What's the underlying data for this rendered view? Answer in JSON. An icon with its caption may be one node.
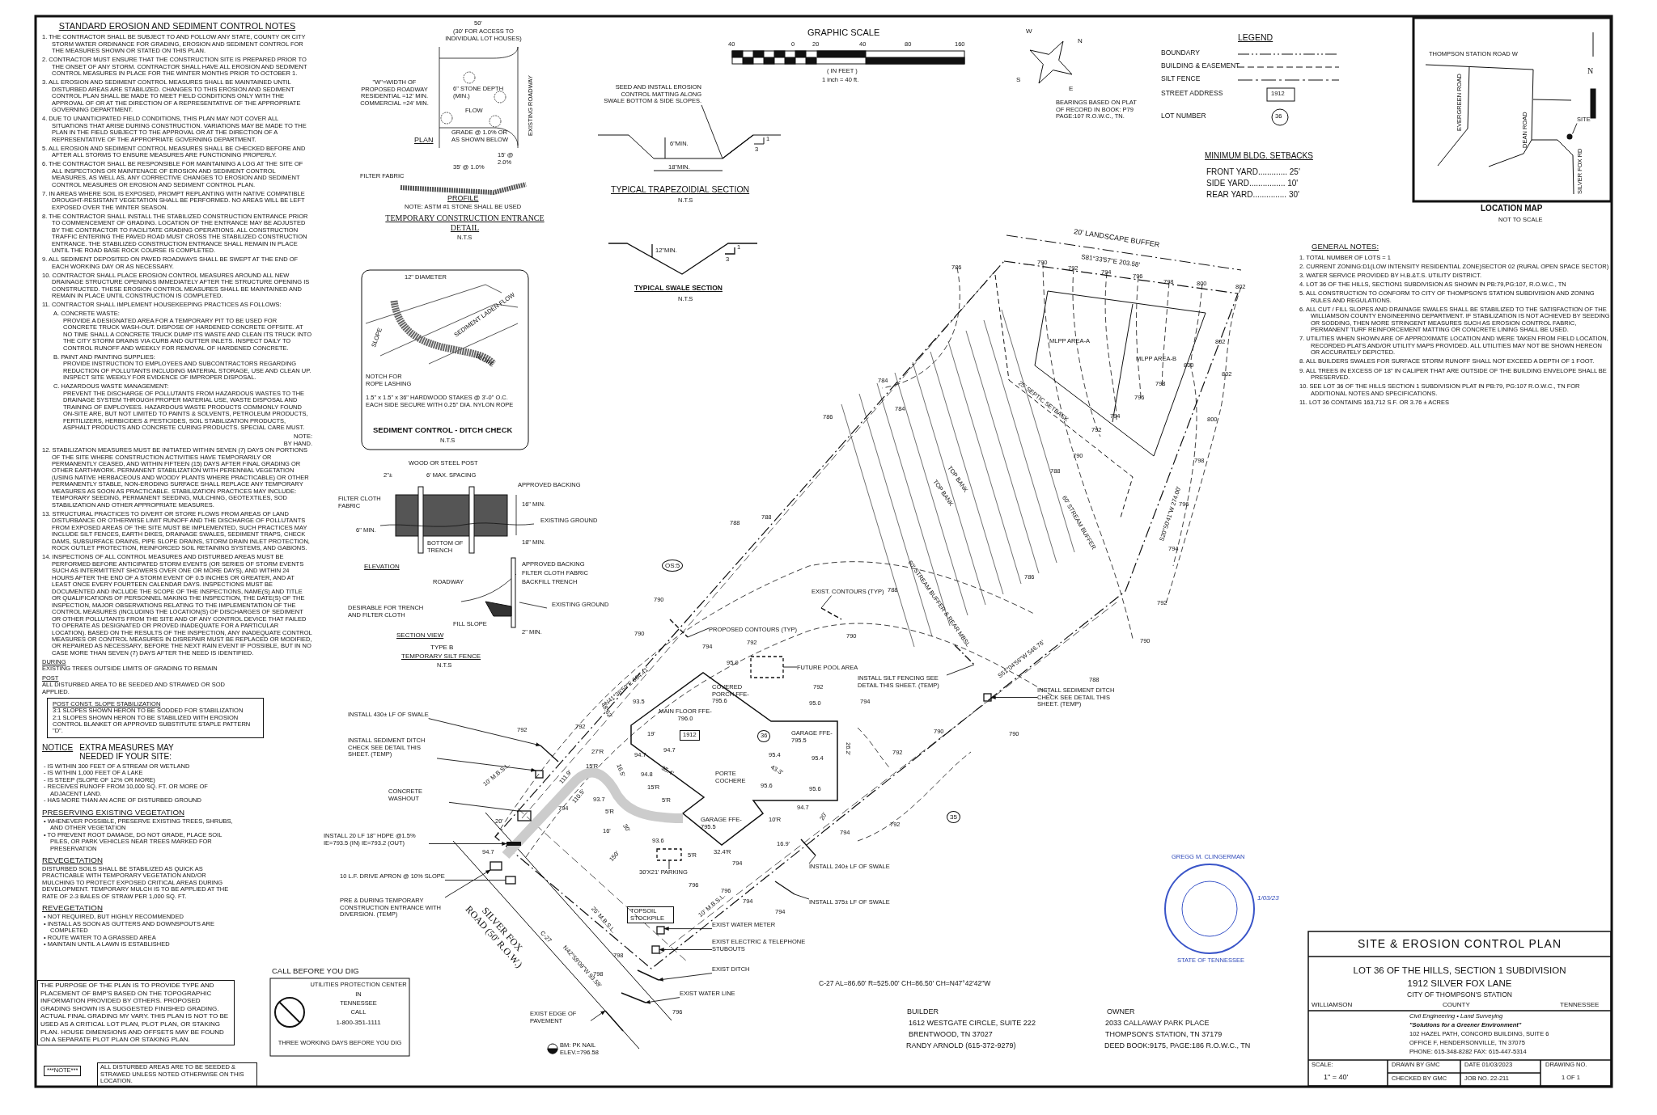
{
  "diagram": {
    "title": "SITE & EROSION CONTROL PLAN",
    "nodes": [
      {
        "text": [
          "SEED AND INSTALL EROSION CONTROL MATTING ALONG SWALE BOTTOM & SIDE SLOPES."
        ]
      },
      {
        "text": [
          "EXIST. CONTOURS (TYP)"
        ]
      },
      {
        "text": [
          "PROPOSED CONTOURS (TYP)"
        ]
      },
      {
        "text": [
          "FUTURE POOL AREA"
        ]
      },
      {
        "text": [
          "INSTALL SILT FENCING SEE DETAIL THIS SHEET. (TEMP)"
        ]
      },
      {
        "text": [
          "INSTALL SEDIMENT DITCH CHECK SEE DETAIL THIS SHEET. (TEMP)"
        ]
      },
      {
        "text": [
          "INSTALL 430± LF OF SWALE"
        ]
      },
      {
        "text": [
          "INSTALL SEDIMENT DITCH CHECK SEE DETAIL THIS SHEET. (TEMP)"
        ]
      },
      {
        "text": [
          "CONCRETE WASHOUT"
        ]
      },
      {
        "text": [
          "INSTALL 20 LF 18\" HDPE @1.5% IE=793.5 (IN) IE=793.2 (OUT)"
        ]
      },
      {
        "text": [
          "10 L.F. DRIVE APRON @ 10% SLOPE"
        ]
      },
      {
        "text": [
          "PRE & DURING TEMPORARY CONSTRUCTION ENTRANCE WITH DIVERSION. (TEMP)"
        ]
      },
      {
        "text": [
          "30'X21' PARKING"
        ]
      },
      {
        "text": [
          "INSTALL 240± LF OF SWALE"
        ]
      },
      {
        "text": [
          "INSTALL 375± LF OF SWALE"
        ]
      },
      {
        "text": [
          "EXIST WATER METER"
        ]
      },
      {
        "text": [
          "EXIST ELECTRIC & TELEPHONE STUBOUTS"
        ]
      },
      {
        "text": [
          "EXIST DITCH"
        ]
      },
      {
        "text": [
          "EXIST WATER LINE"
        ]
      },
      {
        "text": [
          "EXIST EDGE OF PAVEMENT"
        ]
      },
      {
        "text": [
          "SITE"
        ]
      },
      {
        "text": [],
        "shape": "box"
      },
      {
        "text": [],
        "shape": "bar"
      },
      {
        "text": [],
        "shape": "box"
      },
      {
        "text": [],
        "shape": "box"
      },
      {
        "text": [],
        "shape": "box"
      },
      {
        "text": [],
        "shape": "box"
      },
      {
        "text": [],
        "shape": "line"
      },
      {
        "text": [],
        "shape": "line"
      },
      {
        "text": [],
        "shape": "line"
      },
      {
        "text": [],
        "shape": "box"
      },
      {
        "text": [],
        "shape": "line"
      },
      {
        "text": [],
        "shape": "line"
      },
      {
        "text": [],
        "shape": "box"
      },
      {
        "text": [],
        "shape": "box"
      },
      {
        "text": [],
        "shape": "box"
      },
      {
        "text": [],
        "shape": "line"
      },
      {
        "text": [],
        "shape": "line"
      },
      {
        "text": [],
        "shape": "line"
      },
      {
        "text": [],
        "shape": "line"
      },
      {
        "text": [],
        "shape": "line"
      },
      {
        "text": [],
        "shape": "circle"
      }
    ],
    "edges": [
      {
        "from": 0,
        "to": 27,
        "arrow": "none"
      },
      {
        "from": 1,
        "to": 28,
        "arrow": "none"
      },
      {
        "from": 2,
        "to": 29,
        "arrow": "none"
      },
      {
        "from": 3,
        "to": 30,
        "arrow": "none"
      },
      {
        "from": 4,
        "to": 31,
        "arrow": "none"
      },
      {
        "from": 5,
        "to": 26,
        "arrow": "to"
      },
      {
        "from": 6,
        "to": 32,
        "arrow": "to"
      },
      {
        "from": 7,
        "to": 23,
        "arrow": "to"
      },
      {
        "from": 8,
        "to": 33,
        "arrow": "none"
      },
      {
        "from": 9,
        "to": 22,
        "arrow": "to"
      },
      {
        "from": 10,
        "to": 34,
        "arrow": "none"
      },
      {
        "from": 11,
        "to": 21,
        "arrow": "to"
      },
      {
        "from": 12,
        "to": 35,
        "arrow": "none"
      },
      {
        "from": 13,
        "to": 36,
        "arrow": "none"
      },
      {
        "from": 14,
        "to": 37,
        "arrow": "none"
      },
      {
        "from": 15,
        "to": 25,
        "arrow": "to"
      },
      {
        "from": 16,
        "to": 24,
        "arrow": "to"
      },
      {
        "from": 17,
        "to": 38,
        "arrow": "to"
      },
      {
        "from": 18,
        "to": 39,
        "arrow": "to"
      },
      {
        "from": 19,
        "to": 40,
        "arrow": "to"
      },
      {
        "from": 20,
        "to": 41,
        "arrow": "none"
      }
    ],
    "labels": [
      "STANDARD EROSION AND SEDIMENT CONTROL NOTES",
      "1. THE CONTRACTOR SHALL BE SUBJECT TO AND FOLLOW ANY STATE, COUNTY OR CITY STORM WATER ORDINANCE FOR GRADING, EROSION AND SEDIMENT CONTROL FOR THE MEASURES SHOWN OR STATED ON THIS PLAN.",
      "2. CONTRACTOR MUST ENSURE THAT THE CONSTRUCTION SITE IS PREPARED PRIOR TO THE ONSET OF ANY STORM. CONTRACTOR SHALL HAVE ALL EROSION AND SEDIMENT CONTROL MEASURES IN PLACE FOR THE WINTER MONTHS PRIOR TO OCTOBER 1.",
      "3. ALL EROSION AND SEDIMENT CONTROL MEASURES SHALL BE MAINTAINED UNTIL DISTURBED AREAS ARE STABILIZED. CHANGES TO THIS EROSION AND SEDIMENT CONTROL PLAN SHALL BE MADE TO MEET FIELD CONDITIONS ONLY WITH THE APPROVAL OF OR AT THE DIRECTION OF A REPRESENTATIVE OF THE APPROPRIATE GOVERNING DEPARTMENT.",
      "4. DUE TO UNANTICIPATED FIELD CONDITIONS, THIS PLAN MAY NOT COVER ALL SITUATIONS THAT ARISE DURING CONSTRUCTION. VARIATIONS MAY BE MADE TO THE PLAN IN THE FIELD SUBJECT TO THE APPROVAL OR AT THE DIRECTION OF A REPRESENTATIVE OF THE APPROPRIATE GOVERNING DEPARTMENT.",
      "5. ALL EROSION AND SEDIMENT CONTROL MEASURES SHALL BE CHECKED BEFORE AND AFTER ALL STORMS TO ENSURE MEASURES ARE FUNCTIONING PROPERLY.",
      "6. THE CONTRACTOR SHALL BE RESPONSIBLE FOR MAINTAINING A LOG AT THE SITE OF ALL INSPECTIONS OR MAINTENACE OF EROSION AND SEDIMENT CONTROL MEASURES, AS WELL AS, ANY CORRECTIVE CHANGES TO EROSION AND SEDIMENT CONTROL MEASURES OR EROSION AND SEDIMENT CONTROL PLAN.",
      "7. IN AREAS WHERE SOIL IS EXPOSED, PROMPT REPLANTING WITH NATIVE COMPATIBLE DROUGHT-RESISTANT VEGETATION SHALL BE PERFORMED. NO AREAS WILL BE LEFT EXPOSED OVER THE WINTER SEASON.",
      "8. THE CONTRACTOR SHALL INSTALL THE STABILIZED CONSTRUCTION ENTRANCE PRIOR TO COMMENCEMENT OF GRADING. LOCATION OF THE ENTRANCE MAY BE ADJUSTED BY THE CONTRACTOR TO FACILITATE GRADING OPERATIONS. ALL CONSTRUCTION TRAFFIC ENTERING THE PAVED ROAD MUST CROSS THE STABILIZED CONSTRUCTION ENTRANCE. THE STABILIZED CONSTRUCTION ENTRANCE SHALL REMAIN IN PLACE UNTIL THE ROAD BASE ROCK COURSE IS COMPLETED.",
      "9. ALL SEDIMENT DEPOSITED ON PAVED ROADWAYS SHALL BE SWEPT AT THE END OF EACH WORKING DAY OR AS NECESSARY.",
      "10. CONTRACTOR SHALL PLACE EROSION CONTROL MEASURES AROUND ALL NEW DRAINAGE STRUCTURE OPENINGS IMMEDIATELY AFTER THE STRUCTURE OPENING IS CONSTRUCTED. THESE EROSION CONTROL MEASURES SHALL BE MAINTAINED AND REMAIN IN PLACE UNTIL CONSTRUCTION IS COMPLETED.",
      "11. CONTRACTOR SHALL IMPLEMENT HOUSEKEEPING PRACTICES AS FOLLOWS:",
      "A. CONCRETE WASTE:",
      "PROVIDE A DESIGNATED AREA FOR A TEMPORARY PIT TO BE USED FOR CONCRETE TRUCK WASH-OUT. DISPOSE OF HARDENED CONCRETE OFFSITE. AT NO TIME SHALL A CONCRETE TRUCK DUMP ITS WASTE AND CLEAN ITS TRUCK INTO THE CITY STORM DRAINS VIA CURB AND GUTTER INLETS. INSPECT DAILY TO CONTROL RUNOFF AND WEEKLY FOR REMOVAL OF HARDENED CONCRETE.",
      "B. PAINT AND PAINTING SUPPLIES:",
      "PROVIDE INSTRUCTION TO EMPLOYEES AND SUBCONTRACTORS REGARDING REDUCTION OF POLLUTANTS INCLUDING MATERIAL STORAGE, USE AND CLEAN UP. INSPECT SITE WEEKLY FOR EVIDENCE OF IMPROPER DISPOSAL.",
      "C. HAZARDOUS WASTE MANAGEMENT:",
      "PREVENT THE DISCHARGE OF POLLUTANTS FROM HAZARDOUS WASTES TO THE DRAINAGE SYSTEM THROUGH PROPER MATERIAL USE, WASTE DISPOSAL AND TRAINING OF EMPLOYEES. HAZARDOUS WASTE PRODUCTS COMMONLY FOUND ON-SITE ARE, BUT NOT LIMITED TO PAINTS & SOLVENTS, PETROLEUM PRODUCTS, FERTILIZERS, HERBICIDES & PESTICIDES, SOIL STABILIZATION PRODUCTS, ASPHALT PRODUCTS AND CONCRETE CURING PRODUCTS. SPECIAL CARE MUST.",
      "NOTE:",
      "BY HAND.",
      "12. STABILIZATION MEASURES MUST BE INITIATED WITHIN SEVEN (7) DAYS ON PORTIONS OF THE SITE WHERE CONSTRUCTION ACTIVITIES HAVE TEMPORARILY OR PERMANENTLY CEASED, AND WITHIN FIFTEEN (15) DAYS AFTER FINAL GRADING OR OTHER EARTHWORK. PERMANENT STABILIZATION WITH PERENNIAL VEGETATION (USING NATIVE HERBACEOUS AND WOODY PLANTS WHERE PRACTICABLE) OR OTHER PERMANENTLY STABLE, NON-ERODING SURFACE SHALL REPLACE ANY TEMPORARY MEASURES AS SOON AS PRACTICABLE. STABILIZATION PRACTICES MAY INCLUDE: TEMPORARY SEEDING, PERMANENT SEEDING, MULCHING, GEOTEXTILES, SOD STABILIZATION AND OTHER APPROPRIATE MEASURES.",
      "13. STRUCTURAL PRACTICES TO DIVERT OR STORE FLOWS FROM AREAS OF LAND DISTURBANCE OR OTHERWISE LIMIT RUNOFF AND THE DISCHARGE OF POLLUTANTS FROM EXPOSED AREAS OF THE SITE MUST BE IMPLEMENTED, SUCH PRACTICES MAY INCLUDE SILT FENCES, EARTH DIKES, DRAINAGE SWALES, SEDIMENT TRAPS, CHECK DAMS, SUBSURFACE DRAINS, PIPE SLOPE DRAINS, STORM DRAIN INLET PROTECTION, ROCK OUTLET PROTECTION, REINFORCED SOIL RETAINING SYSTEMS, AND GABIONS.",
      "14. INSPECTIONS OF ALL CONTROL MEASURES AND DISTURBED AREAS MUST BE PERFORMED BEFORE ANTICIPATED STORM EVENTS (OR SERIES OF STORM EVENTS SUCH AS INTERMITTENT SHOWERS OVER ONE OR MORE DAYS), AND WITHIN 24 HOURS AFTER THE END OF A STORM EVENT OF 0.5 INCHES OR GREATER, AND AT LEAST ONCE EVERY FOURTEEN CALENDAR DAYS. INSPECTIONS MUST BE DOCUMENTED AND INCLUDE THE SCOPE OF THE INSPECTIONS, NAME(S) AND TITLE OR QUALIFICATIONS OF PERSONNEL MAKING THE INSPECTION, THE DATE(S) OF THE INSPECTION, MAJOR OBSERVATIONS RELATING TO THE IMPLEMENTATION OF THE CONTROL MEASURES (INCLUDING THE LOCATION(S) OF DISCHARGES OF SEDIMENT OR OTHER POLLUTANTS FROM THE SITE AND OF ANY CONTROL DEVICE THAT FAILED TO OPERATE AS DESIGNATED OR PROVED INADEQUATE FOR A PARTICULAR LOCATION). BASED ON THE RESULTS OF THE INSPECTION, ANY INADEQUATE CONTROL MEASURES OR CONTROL MEASURES IN DISREPAIR MUST BE REPLACED OR MODIFIED, OR REPAIRED AS NECESSARY, BEFORE THE NEXT RAIN EVENT IF POSSIBLE, BUT IN NO CASE MORE THAN SEVEN (7) DAYS AFTER THE NEED IS IDENTIFIED.",
      "DURING",
      "EXISTING TREES OUTSIDE LIMITS OF GRADING TO REMAIN",
      "POST",
      "ALL DISTURBED AREA TO BE SEEDED AND STRAWED OR SOD APPLIED.",
      "POST CONST. SLOPE STABILIZATION",
      "3:1 SLOPES SHOWN HERON TO BE SODDED FOR STABILIZATION",
      "2:1 SLOPES SHOWN HERON TO BE STABILIZED WITH EROSION CONTROL BLANKET OR APPROVED SUBSTITUTE STAPLE PATTERN \"D\".",
      "NOTICE",
      "EXTRA MEASURES MAY NEEDED IF YOUR SITE:",
      "- IS WITHIN 300 FEET OF A STREAM OR WETLAND",
      "- IS WITHIN 1,000 FEET OF A LAKE",
      "- IS STEEP (SLOPE OF 12% OR MORE)",
      "- RECEIVES RUNOFF FROM 10,000 SQ. FT. OR MORE OF ADJACENT LAND.",
      "- HAS MORE THAN AN ACRE OF DISTURBED GROUND",
      "PRESERVING EXISTING VEGETATION",
      "• WHENEVER POSSIBLE, PRESERVE EXISTING TREES, SHRUBS, AND OTHER VEGETATION",
      "• TO PREVENT ROOT DAMAGE, DO NOT GRADE, PLACE SOIL PILES, OR PARK VEHICLES NEAR TREES MARKED FOR PRESERVATION",
      "REVEGETATION",
      "DISTURBED SOILS SHALL BE STABILIZED AS QUICK AS PRACTICABLE WITH TEMPORARY VEGETATION AND/OR MULCHING TO PROTECT EXPOSED CRITICAL AREAS DURING DEVELOPMENT. TEMPORARY MULCH IS TO BE APPLIED AT THE RATE OF 2-3 BALES OF STRAW PER 1,000 SQ. FT.",
      "REVEGETATION",
      "• NOT REQUIRED, BUT HIGHLY RECOMMENDED",
      "• INSTALL AS SOON AS GUTTERS AND DOWNSPOUTS ARE COMPLETED",
      "• ROUTE WATER TO A GRASSED AREA",
      "• MAINTAIN UNTIL A LAWN IS ESTABLISHED",
      "THE PURPOSE OF THE PLAN IS TO PROVIDE TYPE AND PLACEMENT OF BMP'S BASED ON THE TOPOGRAPHIC INFORMATION PROVIDED BY OTHERS. PROPOSED GRADING SHOWN IS A SUGGESTED FINISHED GRADING. ACTUAL FINAL GRADING MY VARY. THIS PLAN IS NOT TO BE USED AS A CRITICAL LOT PLAN, PLOT PLAN, OR STAKING PLAN. HOUSE DIMENSIONS AND OFFSETS MAY BE FOUND ON A SEPARATE PLOT PLAN OR STAKING PLAN.",
      "***NOTE***",
      "ALL DISTURBED AREAS ARE TO BE SEEDED & STRAWED UNLESS NOTED OTHERWISE ON THIS LOCATION.",
      "CALL BEFORE YOU DIG",
      "UTILITIES PROTECTION CENTER",
      "IN",
      "TENNESSEE",
      "CALL",
      "1-800-351-1111",
      "THREE WORKING DAYS BEFORE YOU DIG",
      "50'",
      "(30' FOR ACCESS TO INDIVIDUAL LOT HOUSES)",
      "\"W\"=WIDTH OF PROPOSED ROADWAY RESIDENTIAL =12' MIN. COMMERCIAL =24' MIN.",
      "6\" STONE DEPTH (MIN.)",
      "FLOW",
      "EXISTING ROADWAY",
      "PLAN",
      "GRADE @ 1.0% OR AS SHOWN BELOW",
      "15' @ 2.0%",
      "35' @ 1.0%",
      "FILTER FABRIC",
      "PROFILE",
      "NOTE: ASTM #1 STONE SHALL BE USED",
      "TEMPORARY CONSTRUCTION ENTRANCE DETAIL",
      "N.T.S",
      "6\"MIN.",
      "18\"MIN.",
      "1",
      "3",
      "TYPICAL TRAPEZOIDIAL SECTION",
      "N.T.S",
      "12\"MIN.",
      "1",
      "3",
      "TYPICAL SWALE SECTION",
      "N.T.S",
      "12\" DIAMETER",
      "SLOPE",
      "SEDIMENT LADEN FLOW",
      "SLOPE",
      "NOTCH FOR ROPE LASHING",
      "1.5\" x 1.5\" x 36\" HARDWOOD STAKES @ 3'-0\" O.C. EACH SIDE SECURE WITH 0.25\" DIA. NYLON ROPE",
      "SEDIMENT CONTROL - DITCH CHECK",
      "N.T.S",
      "WOOD OR STEEL POST",
      "2\"±",
      "6' MAX. SPACING",
      "APPROVED BACKING",
      "FILTER CLOTH FABRIC",
      "16\" MIN.",
      "EXISTING GROUND",
      "6\" MIN.",
      "BOTTOM OF TRENCH",
      "18\" MIN.",
      "ELEVATION",
      "APPROVED BACKING",
      "FILTER CLOTH FABRIC",
      "ROADWAY",
      "BACKFILL TRENCH",
      "EXISTING GROUND",
      "DESIRABLE FOR TRENCH AND FILTER CLOTH",
      "FILL SLOPE",
      "SECTION VIEW",
      "2\" MIN.",
      "TYPE B",
      "TEMPORARY SILT FENCE",
      "N.T.S",
      "GRAPHIC SCALE",
      "40",
      "0",
      "20",
      "40",
      "80",
      "160",
      "( IN FEET )",
      "1 inch = 40 ft.",
      "W",
      "N",
      "S",
      "E",
      "BEARINGS BASED ON PLAT OF RECORD IN BOOK: P79 PAGE:107 R.O.W.C., TN.",
      "LEGEND",
      "1912",
      "36",
      "MINIMUM BLDG. SETBACKS",
      "FRONT YARD............. 25'",
      "SIDE YARD................ 10'",
      "REAR YARD............... 30'",
      "THOMPSON STATION ROAD W",
      "EVERGREEN ROAD",
      "DEAN ROAD",
      "SILVER FOX RD",
      "N",
      "LOCATION MAP",
      "NOT TO SCALE",
      "GENERAL NOTES:",
      "1. TOTAL NUMBER OF LOTS = 1",
      "2. CURRENT ZONING:D1(LOW INTENSITY RESIDENTIAL ZONE)SECTOR 02 (RURAL OPEN SPACE SECTOR)",
      "3. WATER SERVICE PROVIDED BY H.B.&T.S. UTILITY DISTRICT.",
      "4. LOT 36 OF THE HILLS, SECTION1 SUBDIVISION AS SHOWN IN PB:79,PG:107, R.O.W.C., TN",
      "5. ALL CONSTRUCTION TO CONFORM TO CITY OF THOMPSON'S STATION SUBDIVISION AND ZONING RULES AND REGULATIONS.",
      "6. ALL CUT / FILL SLOPES AND DRAINAGE SWALES SHALL BE STABILIZED TO THE SATISFACTION OF THE WILLIAMSON COUNTY ENGINEERING DEPARTMENT. IF STABILIZATION IS NOT ACHIEVED BY SEEDING OR SODDING, THEN MORE STRINGENT MEASURES SUCH AS EROSION CONTROL FABRIC, PERMANENT TURF REINFORCEMENT MATTING OR CONCRETE LINING SHALL BE USED.",
      "7. UTILITIES WHEN SHOWN ARE OF APPROXIMATE LOCATION AND WERE TAKEN FROM FIELD LOCATION, RECORDED PLATS AND/OR UTILITY MAPS PROVIDED. ALL UTILITIES MAY NOT BE SHOWN HEREON OR ACCURATELY DEPICTED.",
      "8. ALL BUILDERS SWALES FOR SURFACE STORM RUNOFF SHALL NOT EXCEED A DEPTH OF 1 FOOT.",
      "9. ALL TREES IN EXCESS OF 18\" IN CALIPER THAT ARE OUTSIDE OF THE BUILDING ENVELOPE SHALL BE PRESERVED.",
      "10. SEE LOT 36 OF THE HILLS SECTION 1 SUBDIVISION PLAT IN PB:79, PG:107 R.O.W.C., TN FOR ADDITIONAL NOTES AND SPECIFICATIONS.",
      "11. LOT 36 CONTAINS 163,712 S.F. OR 3.76 ± ACRES",
      "20' LANDSCAPE BUFFER",
      "S81°33'57\"E 203.58'",
      "MLPP AREA-A",
      "MLPP AREA-B",
      "25' SEPTIC SETBACK",
      "S20°50'41\"W 274.00'",
      "TOP BANK",
      "TOP BANK",
      "60' STREAM BUFFER",
      "60' STREAM BUFFER & REAR MBSL",
      "S51°04'56\"W 546.76'",
      "OS:5",
      "N41°38'59\"E 664.41'",
      "36",
      "MAIN FLOOR FFE-796.0",
      "1912",
      "COVERED PORCH FFE-795.6",
      "GARAGE FFE-795.5",
      "PORTE COCHERE",
      "GARAGE FFE-795.5",
      "35",
      "10' M.B.S.L.",
      "25' M.B.S.L.",
      "10' M.B.S.L.",
      "SILVER FOX ROAD (50' R.O.W.)",
      "C-27",
      "N42°59'09\"W 93.59'",
      "TOPSOIL STOCKPILE",
      "BM: PK NAIL ELEV.=796.58",
      "C-27 AL=86.60' R=525.00' CH=86.50' CH=N47°42'42\"W",
      "111.9'",
      "110.5'",
      "150'",
      "48.62'",
      "26.2'",
      "32.4'R",
      "27'R",
      "15'R",
      "5'R",
      "15'R",
      "5'R",
      "5'R",
      "10'R",
      "16.5'",
      "35.4'",
      "19'",
      "30'",
      "20'",
      "16'",
      "16.9'",
      "43.3'",
      "20'",
      "786",
      "790",
      "792",
      "794",
      "796",
      "798",
      "800",
      "802",
      "802",
      "802",
      "800",
      "798",
      "796",
      "794",
      "792",
      "790",
      "788",
      "800",
      "798",
      "796",
      "794",
      "792",
      "790",
      "788",
      "786",
      "784",
      "784",
      "786",
      "788",
      "788",
      "788",
      "790",
      "790",
      "790",
      "792",
      "792",
      "790",
      "790",
      "792",
      "792",
      "794",
      "794",
      "794",
      "794",
      "794",
      "796",
      "796",
      "794",
      "798",
      "798",
      "796",
      "792",
      "792",
      "794",
      "93.5",
      "95.0",
      "95.0",
      "94.7",
      "94.8",
      "94.7",
      "93.7",
      "93.6",
      "95.4",
      "95.4",
      "95.6",
      "95.6",
      "94.7",
      "94.7",
      "BUILDER",
      "1612 WESTGATE CIRCLE, SUITE 222",
      "BRENTWOOD, TN 37027",
      "RANDY ARNOLD (615-372-9279)",
      "OWNER",
      "2033 CALLAWAY PARK PLACE",
      "THOMPSON'S STATION, TN 37179",
      "DEED BOOK:9175, PAGE:186 R.O.W.C., TN",
      "LOT 36 OF THE HILLS, SECTION 1 SUBDIVISION",
      "1912 SILVER FOX LANE",
      "CITY OF THOMPSON'S STATION",
      "WILLIAMSON",
      "COUNTY",
      "TENNESSEE",
      "Civil Engineering • Land Surveying",
      "\"Solutions for a Greener Environment\"",
      "102 HAZEL PATH, CONCORD BUILDING, SUITE 6",
      "OFFICE F, HENDERSONVILLE, TN 37075",
      "PHONE: 615-348-8282 FAX: 615-447-5314",
      "SCALE:",
      "1\" = 40'",
      "DRAWN BY GMC",
      "CHECKED BY GMC",
      "DATE 01/03/2023",
      "JOB NO. 22-211",
      "DRAWING NO.",
      "1 OF 1",
      "GREGG M. CLINGERMAN",
      "STATE OF TENNESSEE",
      "1/03/23"
    ],
    "legend": [
      {
        "text": "BOUNDARY"
      },
      {
        "text": "BUILDING & EASEMENT"
      },
      {
        "text": "SILT FENCE"
      },
      {
        "text": "STREET ADDRESS"
      },
      {
        "text": "LOT NUMBER"
      }
    ]
  }
}
